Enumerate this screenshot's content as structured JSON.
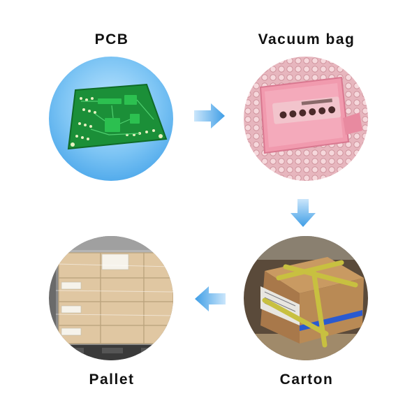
{
  "stages": [
    {
      "id": "pcb",
      "label": "PCB",
      "image": "green-circuit-board"
    },
    {
      "id": "vacuum_bag",
      "label": "Vacuum bag",
      "image": "pink-vacuum-sealed-bag-with-humidity-card"
    },
    {
      "id": "carton",
      "label": "Carton",
      "image": "strapped-cardboard-carton"
    },
    {
      "id": "pallet",
      "label": "Pallet",
      "image": "shrink-wrapped-carton-pallet"
    }
  ],
  "arrows": [
    {
      "from": "pcb",
      "to": "vacuum_bag",
      "direction": "right"
    },
    {
      "from": "vacuum_bag",
      "to": "carton",
      "direction": "down"
    },
    {
      "from": "carton",
      "to": "pallet",
      "direction": "left"
    }
  ],
  "colors": {
    "arrow": "#4aa8e8",
    "label": "#111111",
    "pcb_background": "#6cb8f0",
    "pcb_board": "#1f9a3c",
    "vacuum_bag_pink": "#f2a0b0",
    "carton_brown": "#b88a55",
    "carton_strap": "#c8c040",
    "pallet_box": "#d8b888"
  }
}
